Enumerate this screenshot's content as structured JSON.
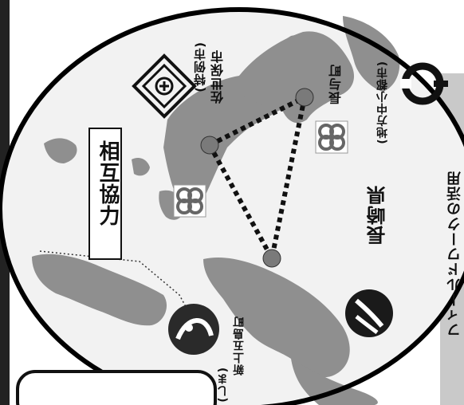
{
  "colors": {
    "land": "#8f8f8f",
    "land_dark": "#6a6a6a",
    "sea": "#f2f2f2",
    "ellipse_stroke": "#000000",
    "route": "#111111",
    "marker": "#7a7a7a",
    "side_panel": "#c9c9c9"
  },
  "labels": {
    "cooperation": "相互協力",
    "sasebo_name": "佐世保市",
    "sasebo_type": "(特例市)",
    "nagayo_name": "長与町",
    "nagayo_type": "(地方中小都市)",
    "prefecture": "長崎県",
    "shinkamigoto_name": "新上五島町",
    "shinkamigoto_type": "(しま)",
    "side_caption": "フィールドワークの活用"
  },
  "icons": {
    "sasebo_emblem": "sasebo-city-emblem-icon",
    "nagayo_emblem": "nagayo-town-emblem-icon",
    "nagasaki_emblem": "nagasaki-prefecture-emblem-icon",
    "shinkamigoto_emblem": "shinkamigoto-town-emblem-icon",
    "clover": "clover-logo-icon"
  }
}
